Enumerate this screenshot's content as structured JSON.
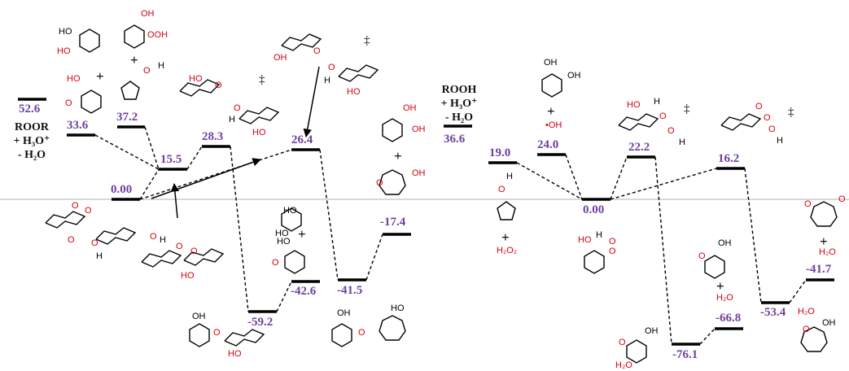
{
  "energies": {
    "roor_in": "52.6",
    "e33_6": "33.6",
    "e37_2": "37.2",
    "e15_5": "15.5",
    "e28_3": "28.3",
    "e0_left": "0.00",
    "e26_4": "26.4",
    "e_m59_2": "-59.2",
    "e_m42_6": "-42.6",
    "e_m41_5": "-41.5",
    "e_m17_4": "-17.4",
    "rooh_in": "36.6",
    "e19_0": "19.0",
    "e24_0": "24.0",
    "e0_right": "0.00",
    "e22_2": "22.2",
    "e16_2": "16.2",
    "e_m76_1": "-76.1",
    "e_m66_8": "-66.8",
    "e_m53_4": "-53.4",
    "e_m41_7": "-41.7"
  },
  "conditions": {
    "roor": [
      "ROOR",
      "+ H₃O⁺",
      "- H₂O"
    ],
    "rooh": [
      "ROOH",
      "+ H₃O⁺",
      "- H₂O"
    ]
  },
  "symbols": {
    "dagger": "‡",
    "plus": "+",
    "h2o2": "H₂O₂",
    "h2o": "H₂O",
    "oh_radical": "•OH"
  },
  "colors": {
    "energy_text": "#7040a0",
    "heteroatom": "#d4000f",
    "levels": "#000000",
    "baseline": "#b0b0b0"
  }
}
